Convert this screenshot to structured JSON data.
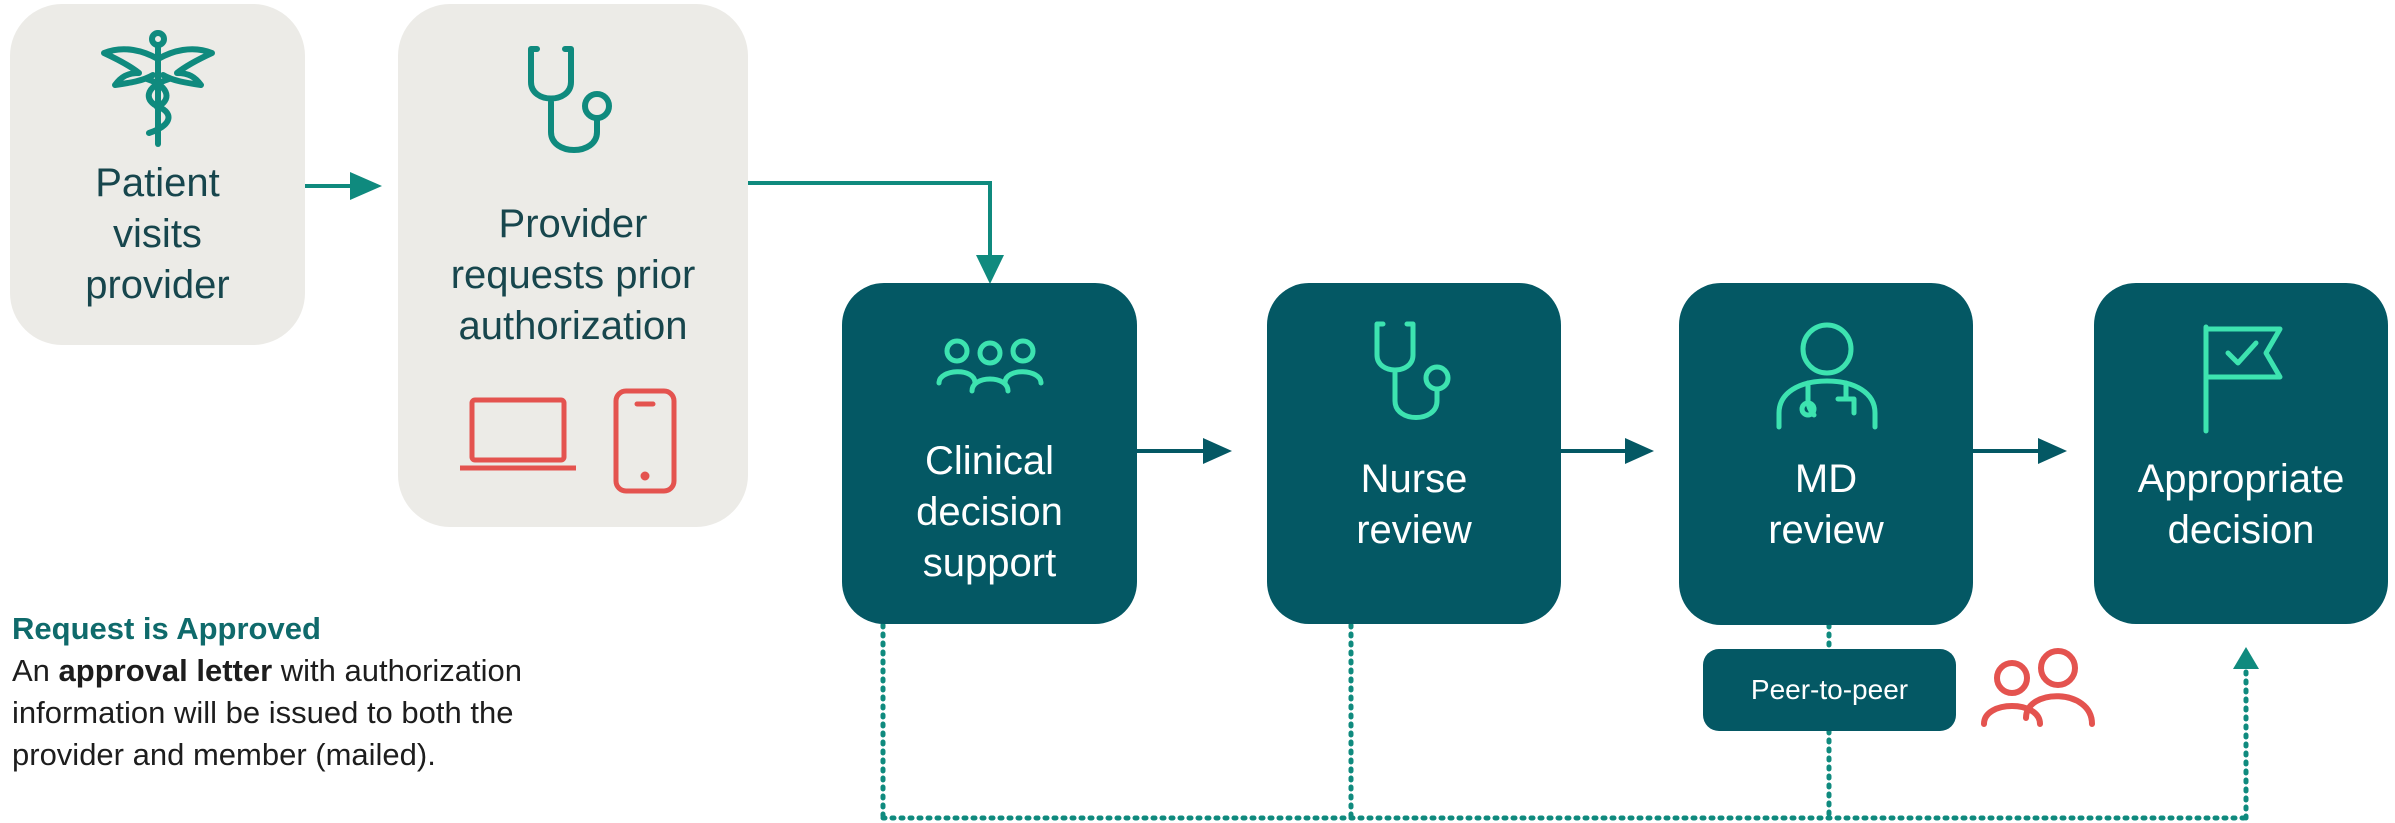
{
  "steps": {
    "patient": "Patient\nvisits\nprovider",
    "provider": "Provider\nrequests prior\nauthorization",
    "cds": "Clinical\ndecision\nsupport",
    "nurse": "Nurse\nreview",
    "md": "MD\nreview",
    "decision": "Appropriate\ndecision"
  },
  "peer_to_peer": "Peer-to-peer",
  "note": {
    "title": "Request is Approved",
    "text_prefix": "An ",
    "text_bold": "approval letter",
    "text_suffix": " with authorization information will be issued to both the provider and member (mailed)."
  },
  "colors": {
    "teal_dark": "#045864",
    "teal_accent": "#0f8a7e",
    "mint_icon": "#3de3b0",
    "coral": "#e4534f",
    "light_box": "#ecebe7"
  },
  "icons": [
    "caduceus-icon",
    "stethoscope-icon",
    "laptop-icon",
    "smartphone-icon",
    "group-icon",
    "stethoscope-icon",
    "doctor-icon",
    "flag-check-icon",
    "people-icon"
  ]
}
